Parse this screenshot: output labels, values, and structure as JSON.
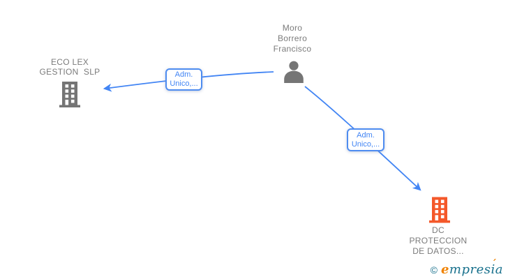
{
  "page": {
    "background": "#ffffff"
  },
  "colors": {
    "bg": "#ffffff",
    "node_text": "#7b7b7b",
    "icon_gray": "#757575",
    "icon_orange": "#f4582a",
    "link_blue": "#4285f4",
    "label_text": "#4285f4",
    "label_border": "#4e8cf0",
    "label_bg": "#ffffff",
    "logo_teal": "#17708c",
    "logo_orange": "#f08200"
  },
  "nodes": {
    "person": {
      "label": "Moro\nBorrero\nFrancisco",
      "icon": "person-icon"
    },
    "company_left": {
      "label": "ECO LEX\nGESTION  SLP",
      "icon": "building-icon"
    },
    "company_right": {
      "label": "DC\nPROTECCION\nDE DATOS...",
      "icon": "building-icon"
    }
  },
  "edges": [
    {
      "from": "person",
      "to": "company_left",
      "label": "Adm.\nUnico,..."
    },
    {
      "from": "person",
      "to": "company_right",
      "label": "Adm.\nUnico,..."
    }
  ],
  "footer": {
    "copyright_symbol": "©",
    "brand_e": "e",
    "brand_mid": "mpres",
    "brand_i": "i",
    "brand_end": "a",
    "accent": "´"
  }
}
